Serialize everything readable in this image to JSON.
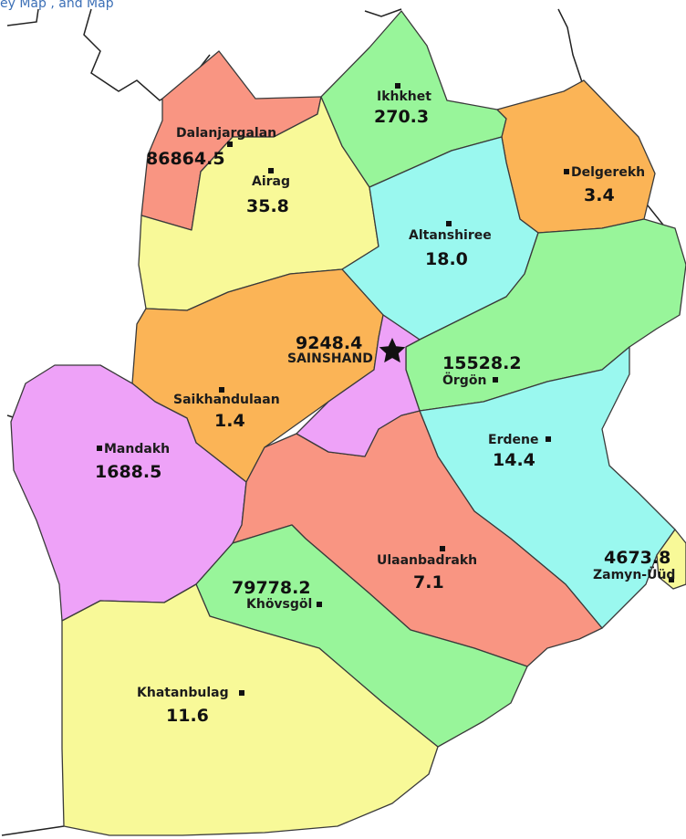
{
  "header_fragment": "ey Map , and Map",
  "capital": {
    "name": "SAINSHAND",
    "value": "9248.4"
  },
  "regions": [
    {
      "id": "dalanjargalan",
      "name": "Dalanjargalan",
      "value": "86864.5",
      "color": "#f99582"
    },
    {
      "id": "airag",
      "name": "Airag",
      "value": "35.8",
      "color": "#f8f998"
    },
    {
      "id": "ikhkhet",
      "name": "Ikhkhet",
      "value": "270.3",
      "color": "#98f59a"
    },
    {
      "id": "delgerekh",
      "name": "Delgerekh",
      "value": "3.4",
      "color": "#fbb456"
    },
    {
      "id": "altanshiree",
      "name": "Altanshiree",
      "value": "18.0",
      "color": "#9af8ef"
    },
    {
      "id": "saikhandulaan",
      "name": "Saikhandulaan",
      "value": "1.4",
      "color": "#fbb456"
    },
    {
      "id": "orgon",
      "name": "Örgön",
      "value": "15528.2",
      "color": "#98f59a"
    },
    {
      "id": "mandakh",
      "name": "Mandakh",
      "value": "1688.5",
      "color": "#eea2f8"
    },
    {
      "id": "erdene",
      "name": "Erdene",
      "value": "14.4",
      "color": "#9af8ef"
    },
    {
      "id": "ulaanbadrakh",
      "name": "Ulaanbadrakh",
      "value": "7.1",
      "color": "#f99582"
    },
    {
      "id": "zamyn-uud",
      "name": "Zamyn-Üüd",
      "value": "4673.8",
      "color": "#f8f998"
    },
    {
      "id": "khovsgol",
      "name": "Khövsgöl",
      "value": "79778.2",
      "color": "#98f59a"
    },
    {
      "id": "khatanbulag",
      "name": "Khatanbulag",
      "value": "11.6",
      "color": "#f8f998"
    },
    {
      "id": "sainshand-city",
      "name": "",
      "value": "",
      "color": "#eea2f8"
    }
  ]
}
